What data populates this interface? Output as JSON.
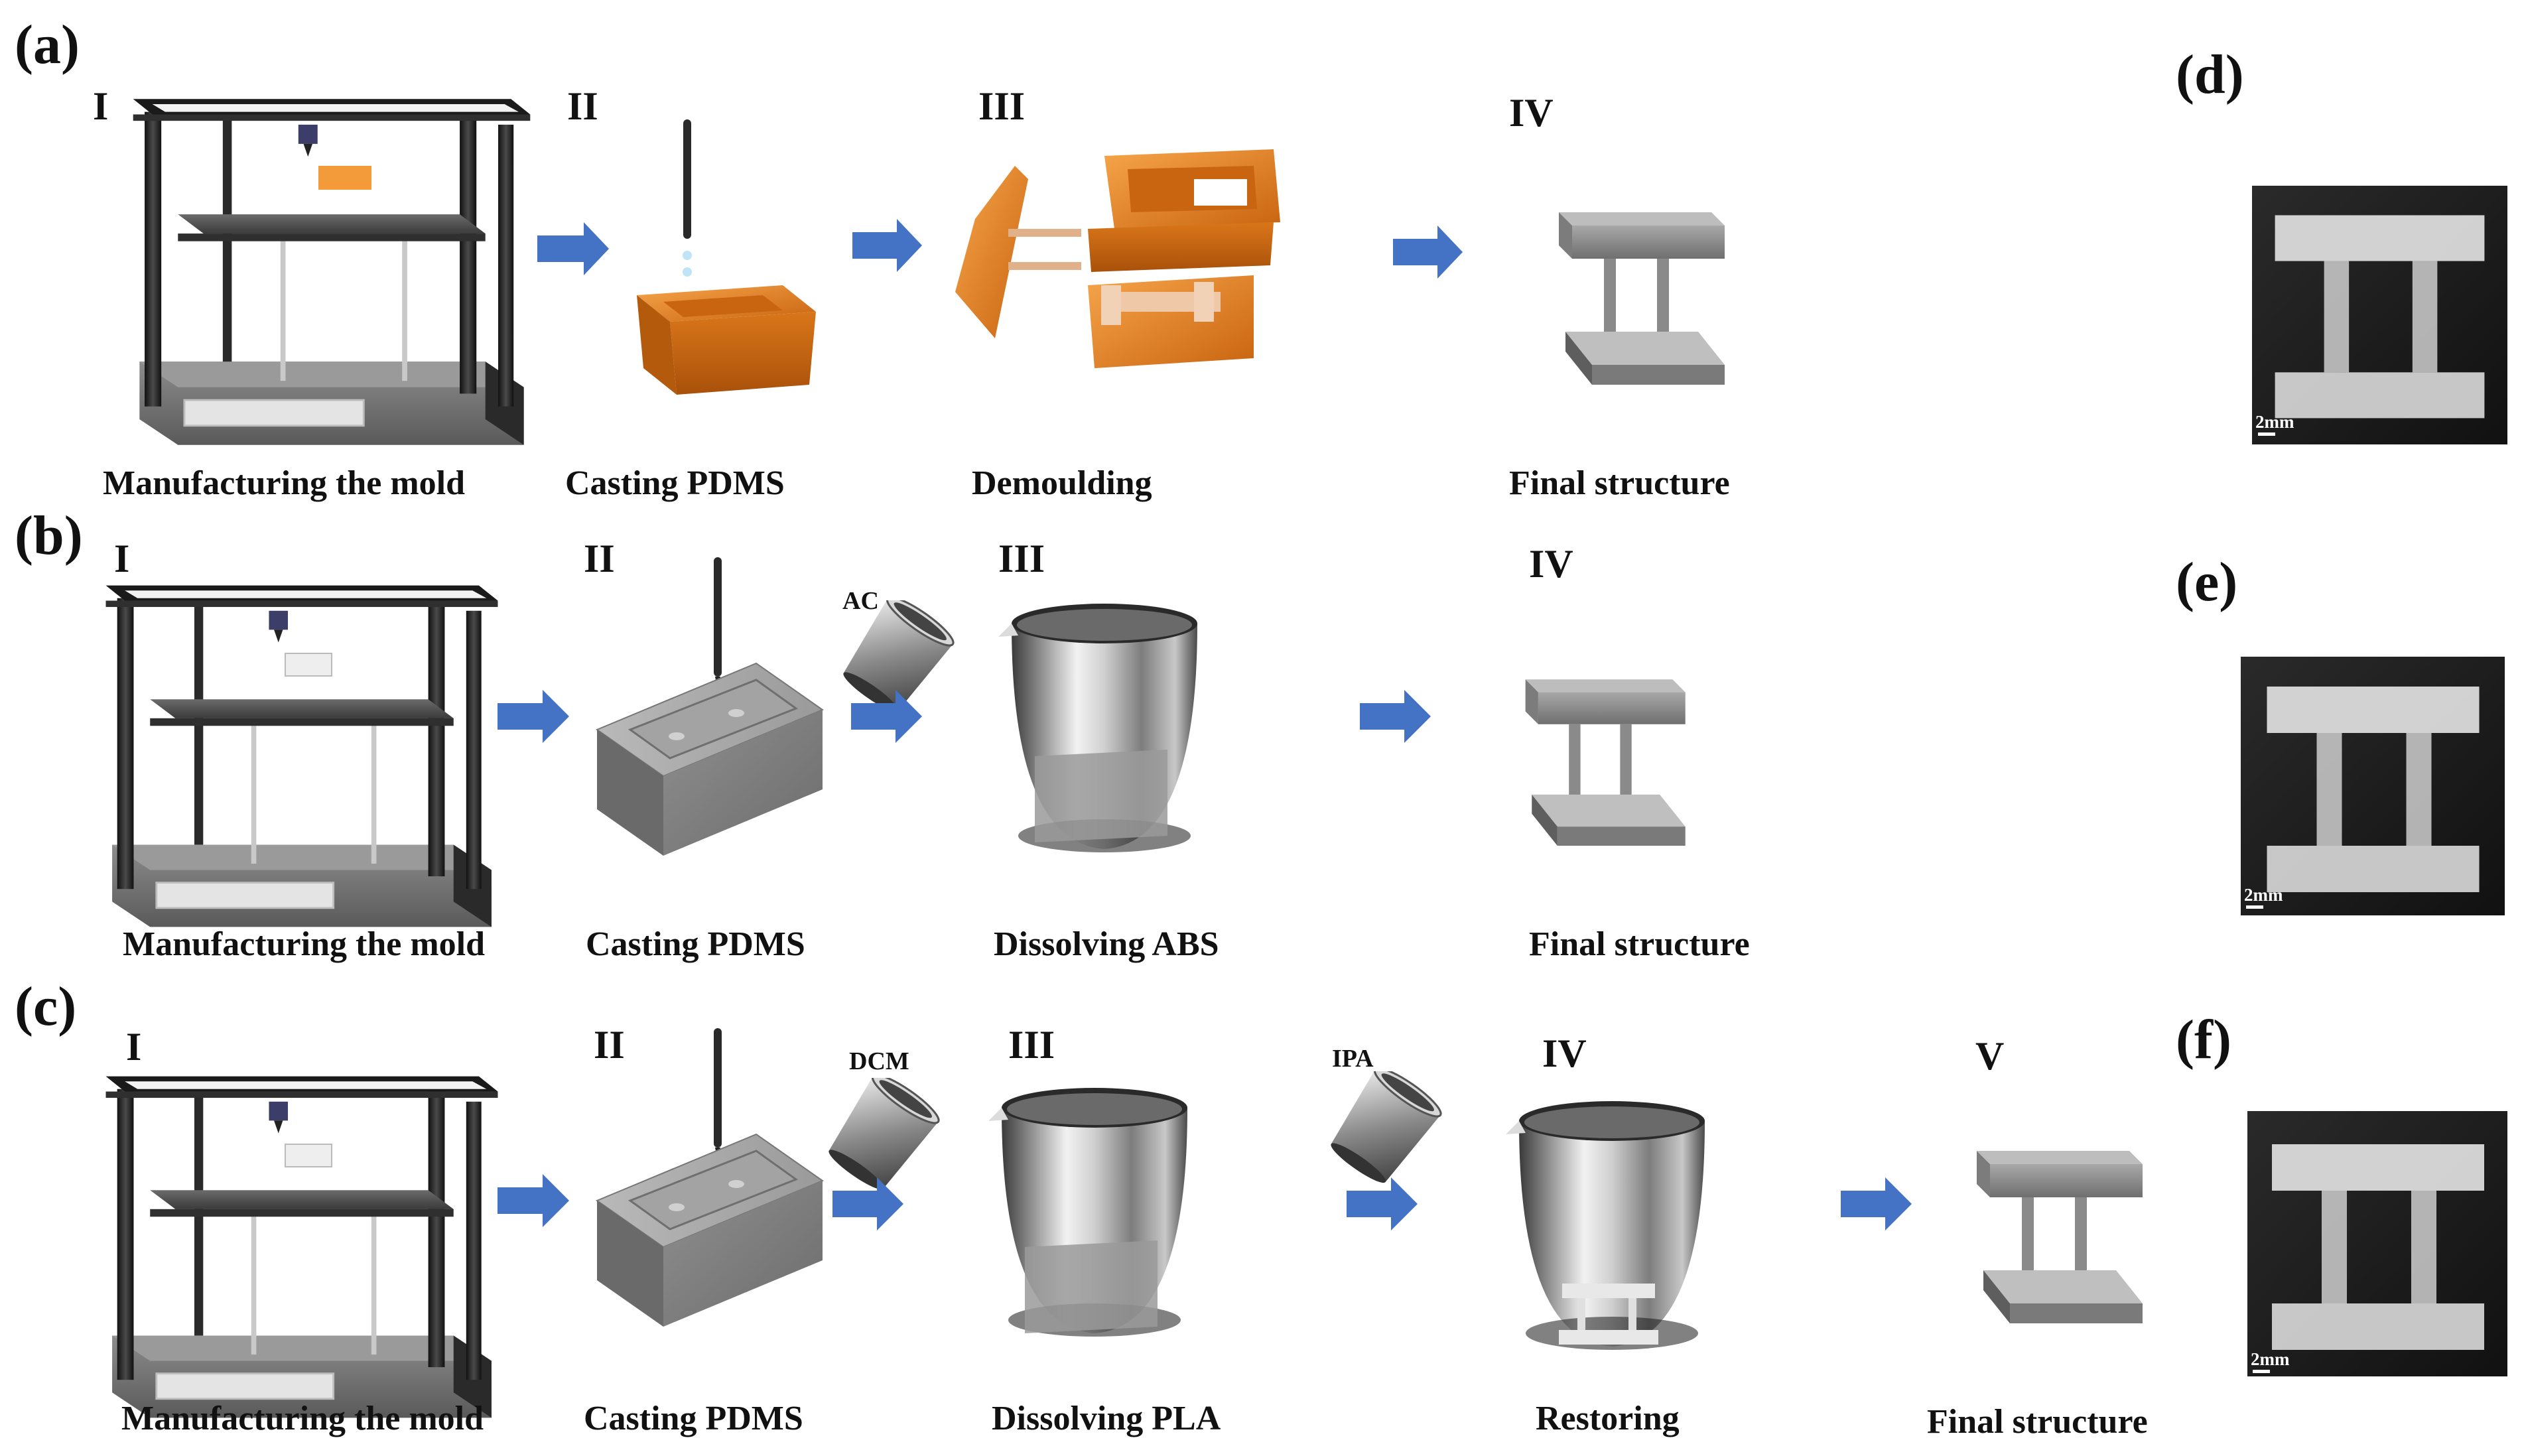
{
  "colors": {
    "arrow": "#4472c4",
    "mold_orange": "#e07b1a",
    "mold_orange_light": "#f39a3a",
    "printer_dark": "#1f1f1f",
    "printer_gray": "#7a7a7a",
    "pdms_gray": "#8a8a8a",
    "photo_bg": "#1e1e1e"
  },
  "rows": [
    {
      "panel_label": "(a)",
      "steps": [
        {
          "roman": "I",
          "caption": "Manufacturing the mold",
          "icon": "printer-icon"
        },
        {
          "roman": "II",
          "caption": "Casting PDMS",
          "icon": "orange-mold-casting-icon"
        },
        {
          "roman": "III",
          "caption": "Demoulding",
          "icon": "demoulding-icon"
        },
        {
          "roman": "IV",
          "caption": "Final structure",
          "icon": "final-structure-icon"
        }
      ]
    },
    {
      "panel_label": "(b)",
      "solvent": "AC",
      "steps": [
        {
          "roman": "I",
          "caption": "Manufacturing the mold",
          "icon": "printer-icon"
        },
        {
          "roman": "II",
          "caption": "Casting PDMS",
          "icon": "pdms-block-icon"
        },
        {
          "roman": "III",
          "caption": "Dissolving ABS",
          "icon": "beaker-icon"
        },
        {
          "roman": "IV",
          "caption": "Final structure",
          "icon": "final-structure-icon"
        }
      ]
    },
    {
      "panel_label": "(c)",
      "solvent_1": "DCM",
      "solvent_2": "IPA",
      "steps": [
        {
          "roman": "I",
          "caption": "Manufacturing the mold",
          "icon": "printer-icon"
        },
        {
          "roman": "II",
          "caption": "Casting PDMS",
          "icon": "pdms-block-icon"
        },
        {
          "roman": "III",
          "caption": "Dissolving PLA",
          "icon": "beaker-icon"
        },
        {
          "roman": "IV",
          "caption": "Restoring",
          "icon": "beaker-restoring-icon"
        },
        {
          "roman": "V",
          "caption": "Final structure",
          "icon": "final-structure-icon"
        }
      ]
    }
  ],
  "photos": [
    {
      "panel_label": "(d)",
      "scale_bar": "2mm"
    },
    {
      "panel_label": "(e)",
      "scale_bar": "2mm"
    },
    {
      "panel_label": "(f)",
      "scale_bar": "2mm"
    }
  ]
}
